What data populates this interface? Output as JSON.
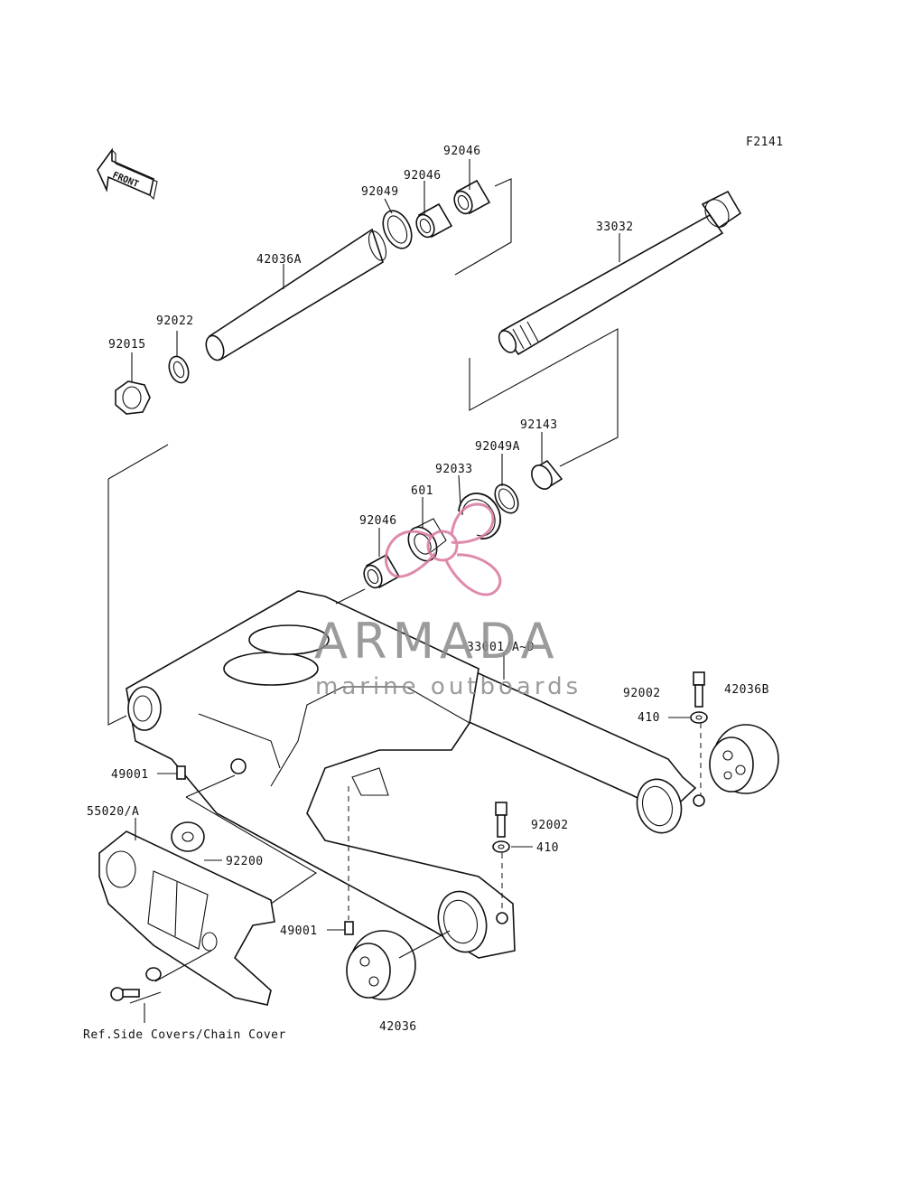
{
  "figure_code": "F2141",
  "front_label": "FRONT",
  "callouts": {
    "p92046_top": "92046",
    "p92046_mid": "92046",
    "p92049": "92049",
    "p42036A": "42036A",
    "p33032": "33032",
    "p92022": "92022",
    "p92015": "92015",
    "p92143": "92143",
    "p92049A": "92049A",
    "p92033": "92033",
    "p601": "601",
    "p92046_low": "92046",
    "p33001": "33001/A~D",
    "p92002_right": "92002",
    "p42036B": "42036B",
    "p410_right": "410",
    "p49001_upper": "49001",
    "p55020": "55020/A",
    "p92200": "92200",
    "p92002_mid": "92002",
    "p410_mid": "410",
    "p49001_lower": "49001",
    "p42036": "42036"
  },
  "reference_note": "Ref.Side Covers/Chain Cover",
  "watermark": {
    "brand": "ARMADA",
    "tagline": "marine outboards",
    "accent_color": "#d9769f",
    "text_color": "#8a8a8a"
  }
}
